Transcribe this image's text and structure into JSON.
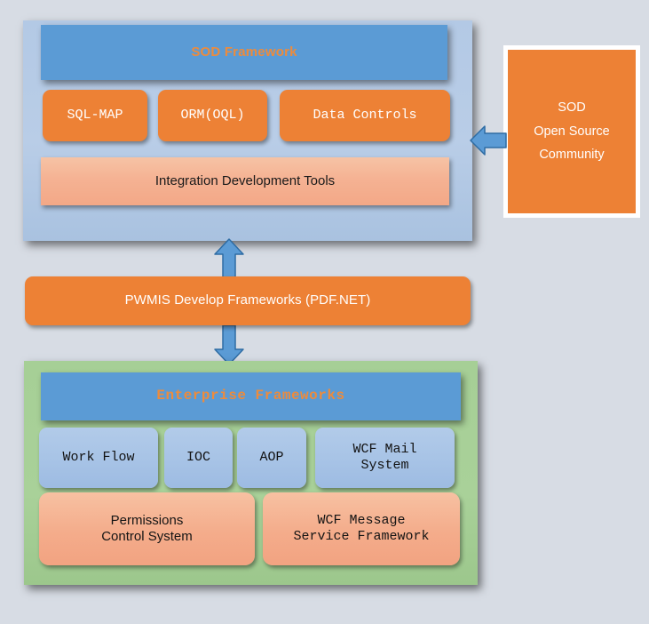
{
  "diagram": {
    "background_color": "#d7dce4",
    "top_layer": {
      "container_name": "SOD Framework layer",
      "container_color": "#b9cde7",
      "title_bar": {
        "label": "SOD Framework",
        "fill": "#5b9bd5",
        "text_color": "#ed8b3c"
      },
      "modules": [
        {
          "label": "SQL-MAP",
          "fill": "#ed8135",
          "text_color": "#ffffff"
        },
        {
          "label": "ORM(OQL)",
          "fill": "#ed8135",
          "text_color": "#ffffff"
        },
        {
          "label": "Data Controls",
          "fill": "#ed8135",
          "text_color": "#ffffff"
        }
      ],
      "tools_bar": {
        "label": "Integration Development Tools",
        "fill": "#f4b294",
        "text_color": "#1a1a1a"
      }
    },
    "community": {
      "lines": "SOD\nOpen Source\nCommunity",
      "fill": "#ed8135",
      "border_color": "#ffffff",
      "text_color": "#ffffff"
    },
    "middle_bar": {
      "label": "PWMIS Develop Frameworks (PDF.NET)",
      "fill": "#ed8135",
      "text_color": "#ffffff"
    },
    "bottom_layer": {
      "container_name": "Enterprise Frameworks layer",
      "container_color": "#a9d199",
      "title_bar": {
        "label": "Enterprise Frameworks",
        "fill": "#5b9bd5",
        "text_color": "#ed8b3c"
      },
      "modules_row_1": [
        {
          "label": "Work Flow",
          "fill": "#a7c3e6",
          "text_color": "#121212"
        },
        {
          "label": "IOC",
          "fill": "#a7c3e6",
          "text_color": "#121212"
        },
        {
          "label": "AOP",
          "fill": "#a7c3e6",
          "text_color": "#121212"
        },
        {
          "label": "WCF Mail\nSystem",
          "fill": "#a7c3e6",
          "text_color": "#121212"
        }
      ],
      "modules_row_2": [
        {
          "label": "Permissions\nControl System",
          "fill": "#f4ac8b",
          "text_color": "#141414"
        },
        {
          "label": "WCF Message\nService Framework",
          "fill": "#f4ac8b",
          "text_color": "#141414"
        }
      ]
    },
    "arrows": [
      {
        "icon": "arrow-left-icon",
        "color": "#5b9bd5",
        "from": "SOD Open Source Community",
        "to": "SOD Framework layer"
      },
      {
        "icon": "arrow-up-icon",
        "color": "#5b9bd5",
        "from": "PWMIS Develop Frameworks (PDF.NET)",
        "to": "SOD Framework layer"
      },
      {
        "icon": "arrow-down-icon",
        "color": "#5b9bd5",
        "from": "PWMIS Develop Frameworks (PDF.NET)",
        "to": "Enterprise Frameworks layer"
      }
    ]
  }
}
